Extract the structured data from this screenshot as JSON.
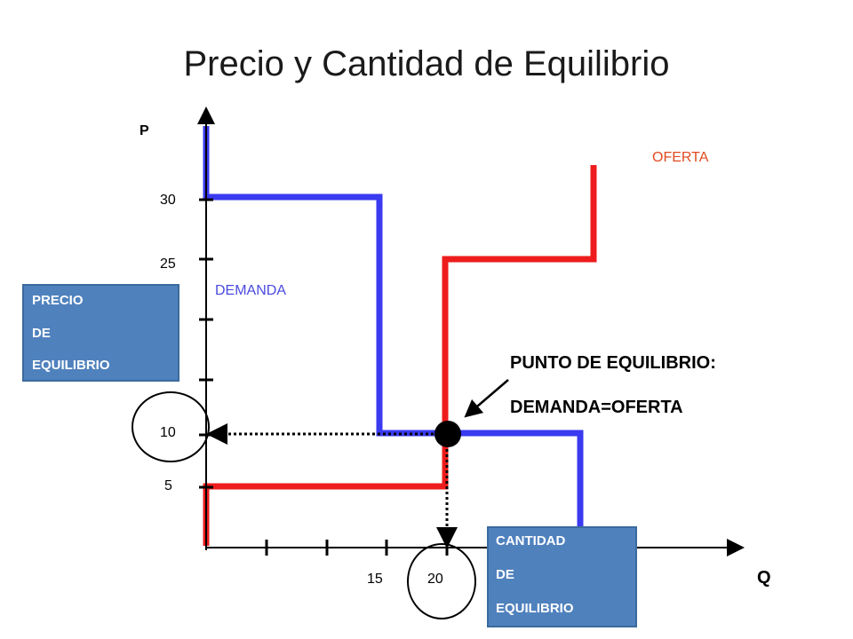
{
  "slide": {
    "title": "Precio y Cantidad de Equilibrio"
  },
  "axes": {
    "y_label": "P",
    "x_label": "Q",
    "y_ticks": [
      "30",
      "25",
      "10",
      "5"
    ],
    "x_ticks": [
      "15",
      "20"
    ]
  },
  "curves": {
    "supply_label": "OFERTA",
    "demand_label": "DEMANDA"
  },
  "equilibrium": {
    "title": "PUNTO DE EQUILIBRIO:",
    "subtitle": "DEMANDA=OFERTA",
    "price_box": [
      "PRECIO",
      "DE",
      "EQUILIBRIO"
    ],
    "quantity_box": [
      "CANTIDAD",
      "DE",
      "EQUILIBRIO"
    ]
  },
  "colors": {
    "demand": "#3a3af0",
    "supply": "#ee1c1c",
    "box_fill": "#4f81bd",
    "label_demand": "#4a4ae0",
    "label_supply": "#e04a20"
  }
}
